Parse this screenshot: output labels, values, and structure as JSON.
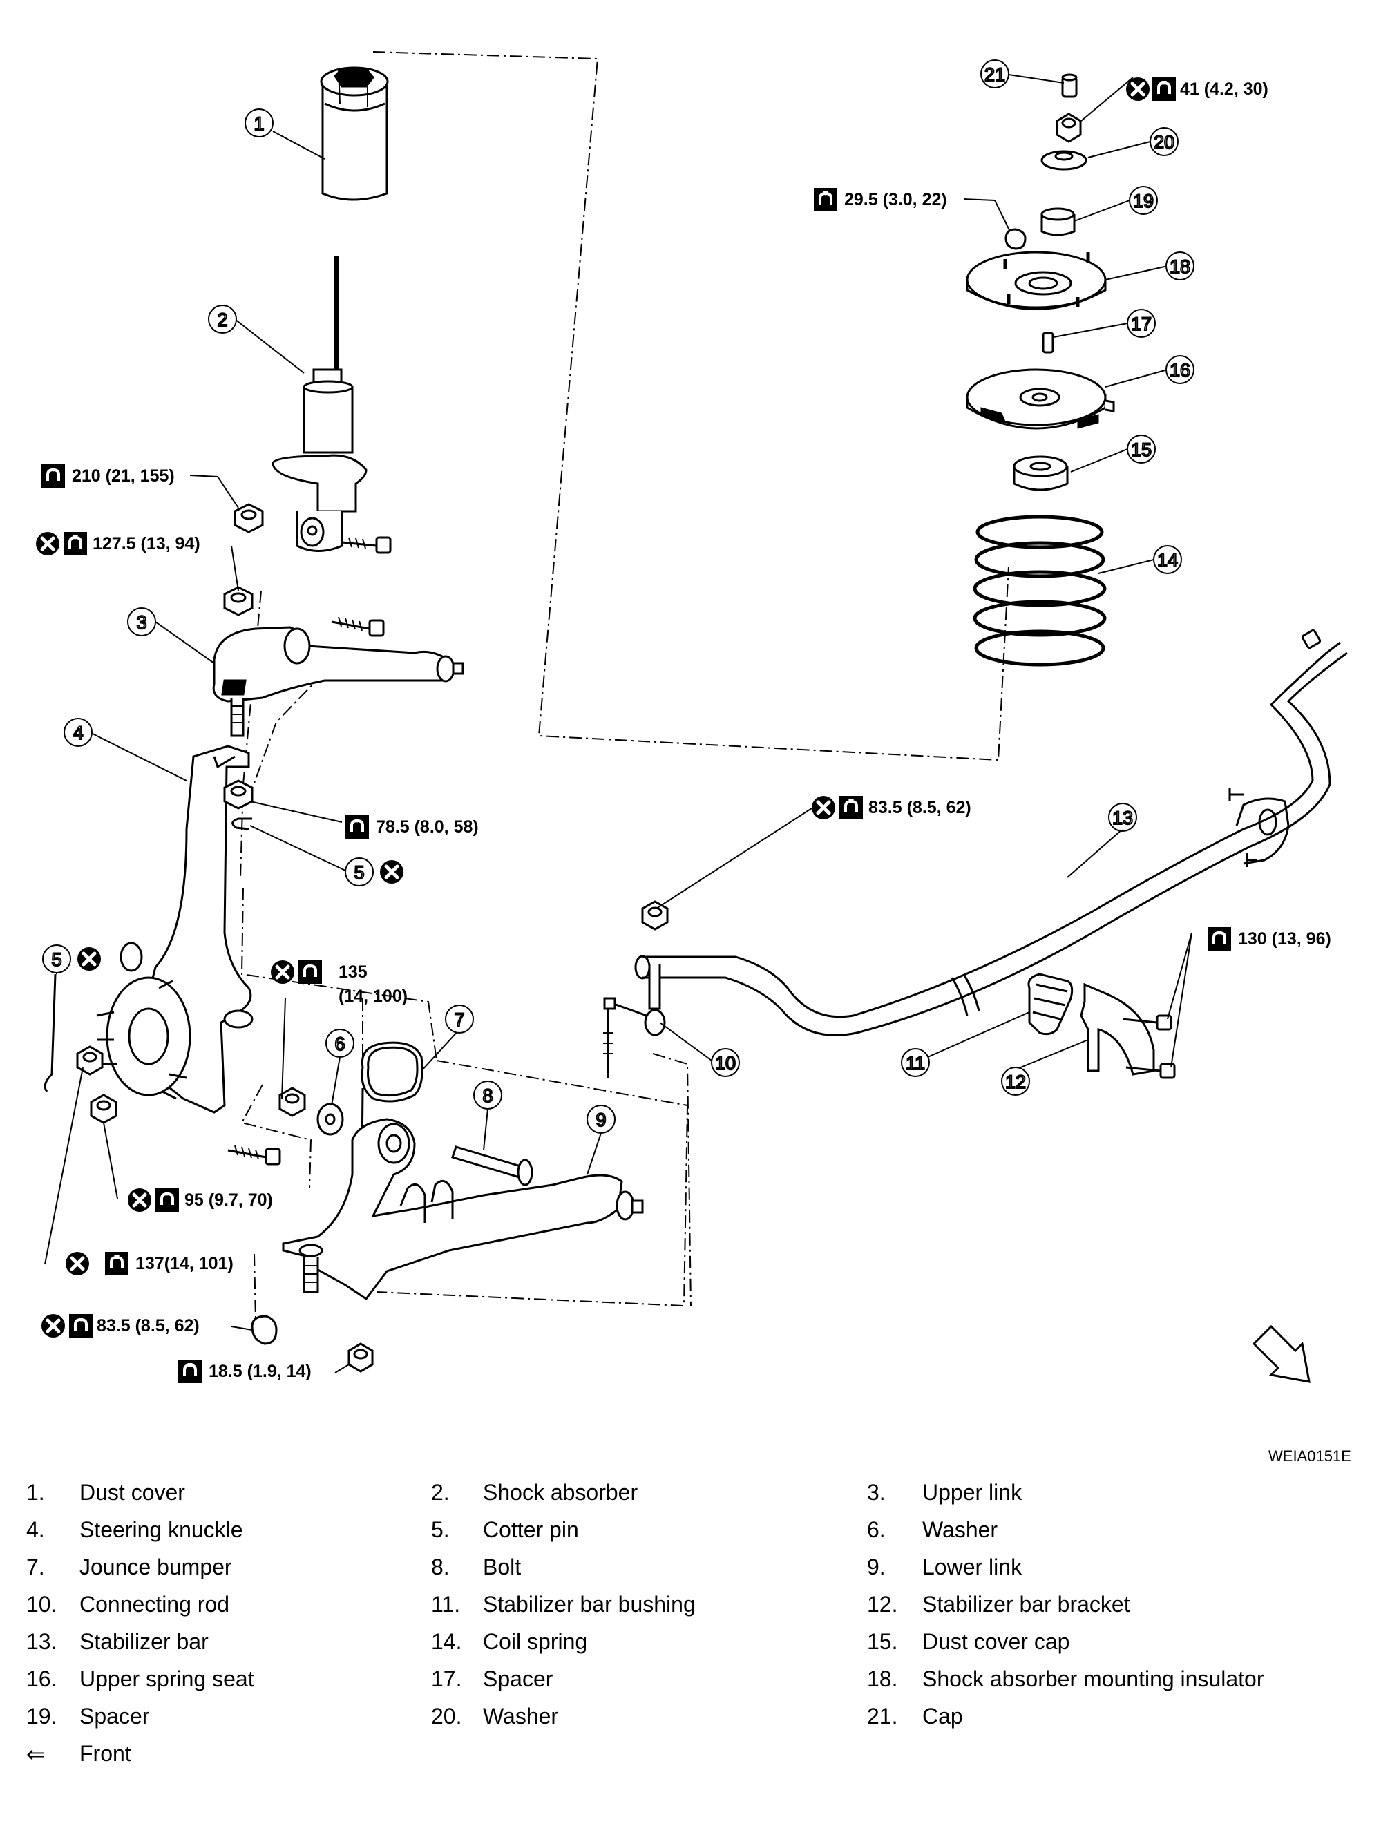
{
  "figure_code": "WEIA0151E",
  "callouts": [
    "1",
    "2",
    "3",
    "4",
    "5",
    "5",
    "6",
    "7",
    "8",
    "9",
    "10",
    "11",
    "12",
    "13",
    "14",
    "15",
    "16",
    "17",
    "18",
    "19",
    "20",
    "21"
  ],
  "torques": {
    "t41": "41 (4.2, 30)",
    "t29": "29.5 (3.0, 22)",
    "t210": "210 (21, 155)",
    "t127": "127.5 (13, 94)",
    "t78": "78.5 (8.0, 58)",
    "t83a": "83.5 (8.5, 62)",
    "t130": "130 (13, 96)",
    "t135a": "135",
    "t135b": "(14, 100)",
    "t95": "95 (9.7, 70)",
    "t137": "137(14, 101)",
    "t83b": "83.5 (8.5, 62)",
    "t18": "18.5 (1.9, 14)"
  },
  "legend": [
    {
      "num": "1.",
      "name": "Dust cover"
    },
    {
      "num": "2.",
      "name": "Shock absorber"
    },
    {
      "num": "3.",
      "name": "Upper link"
    },
    {
      "num": "4.",
      "name": "Steering knuckle"
    },
    {
      "num": "5.",
      "name": "Cotter pin"
    },
    {
      "num": "6.",
      "name": "Washer"
    },
    {
      "num": "7.",
      "name": "Jounce bumper"
    },
    {
      "num": "8.",
      "name": "Bolt"
    },
    {
      "num": "9.",
      "name": "Lower link"
    },
    {
      "num": "10.",
      "name": "Connecting rod"
    },
    {
      "num": "11.",
      "name": "Stabilizer bar bushing"
    },
    {
      "num": "12.",
      "name": "Stabilizer bar bracket"
    },
    {
      "num": "13.",
      "name": "Stabilizer bar"
    },
    {
      "num": "14.",
      "name": "Coil spring"
    },
    {
      "num": "15.",
      "name": "Dust cover cap"
    },
    {
      "num": "16.",
      "name": "Upper spring seat"
    },
    {
      "num": "17.",
      "name": "Spacer"
    },
    {
      "num": "18.",
      "name": "Shock absorber mounting insulator"
    },
    {
      "num": "19.",
      "name": "Spacer"
    },
    {
      "num": "20.",
      "name": "Washer"
    },
    {
      "num": "21.",
      "name": "Cap"
    },
    {
      "num": "⇐",
      "name": "Front"
    }
  ]
}
